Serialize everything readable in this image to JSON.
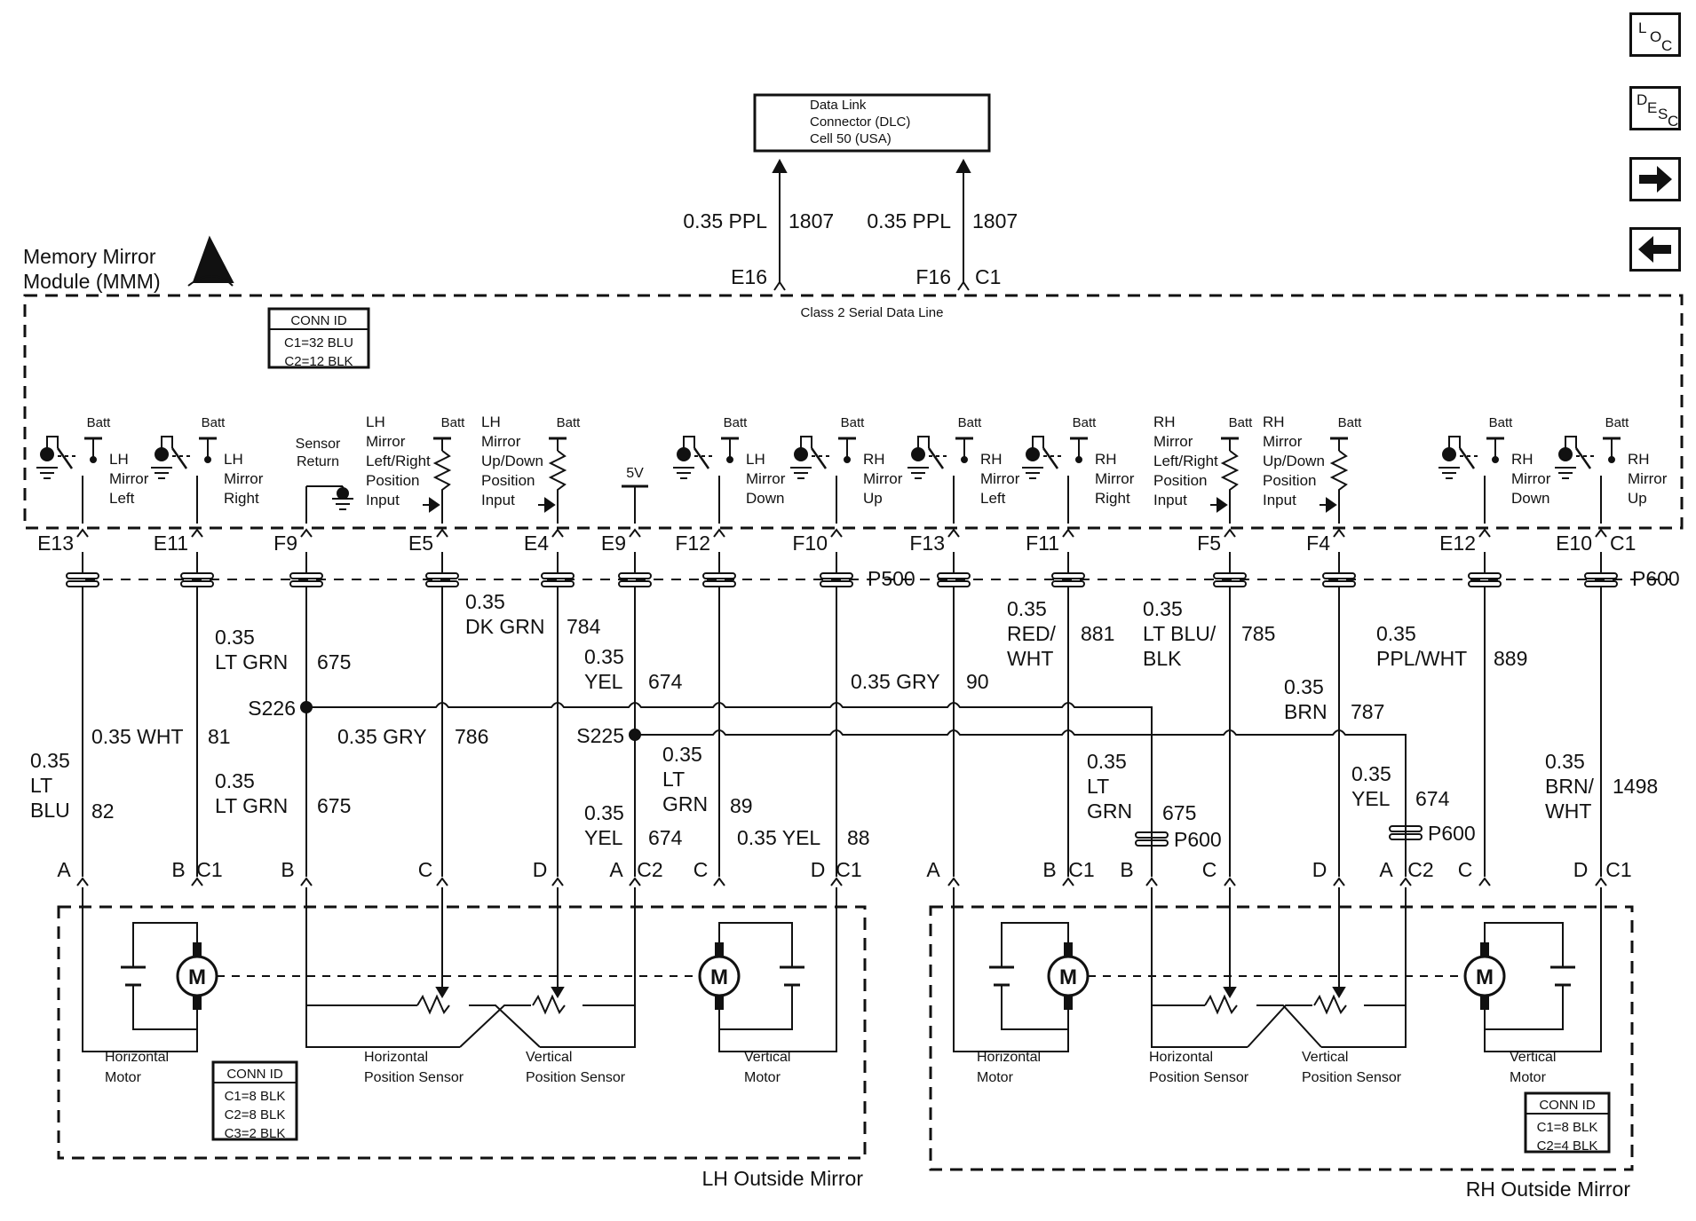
{
  "nav": {
    "loc": [
      "L",
      "O",
      "C"
    ],
    "desc": [
      "D",
      "E",
      "S",
      "C"
    ],
    "next_icon": "arrow-right-icon",
    "prev_icon": "arrow-left-icon"
  },
  "dlc": {
    "lines": [
      "Data Link",
      "Connector (DLC)",
      "Cell 50 (USA)"
    ]
  },
  "module": {
    "title_lines": [
      "Memory Mirror",
      "Module (MMM)"
    ],
    "esd_icon": "esd-warning-icon",
    "class2": "Class 2 Serial Data Line"
  },
  "conn_ids": [
    {
      "header": "CONN ID",
      "lines": [
        "C1=32 BLU",
        "C2=12 BLK"
      ]
    },
    {
      "header": "CONN ID",
      "lines": [
        "C1=8 BLK",
        "C2=8 BLK",
        "C3=2 BLK"
      ]
    },
    {
      "header": "CONN ID",
      "lines": [
        "C1=8 BLK",
        "C2=4 BLK"
      ]
    }
  ],
  "top_wires": [
    {
      "color": "0.35 PPL",
      "circuit": "1807",
      "pin": "E16"
    },
    {
      "color": "0.35 PPL",
      "circuit": "1807",
      "pin": "F16"
    }
  ],
  "top_conn": "C1",
  "batt": "Batt",
  "switches": [
    {
      "lines": [
        "LH",
        "Mirror",
        "Left"
      ]
    },
    {
      "lines": [
        "LH",
        "Mirror",
        "Right"
      ]
    },
    {
      "lines": [
        "LH",
        "Mirror",
        "Down"
      ]
    },
    {
      "lines": [
        "RH",
        "Mirror",
        "Up"
      ]
    },
    {
      "lines": [
        "RH",
        "Mirror",
        "Left"
      ]
    },
    {
      "lines": [
        "RH",
        "Mirror",
        "Right"
      ]
    },
    {
      "lines": [
        "RH",
        "Mirror",
        "Down"
      ]
    },
    {
      "lines": [
        "RH",
        "Mirror",
        "Up"
      ]
    }
  ],
  "sensor_return": [
    "Sensor",
    "Return"
  ],
  "inputs": [
    {
      "lines": [
        "LH",
        "Mirror",
        "Left/Right",
        "Position",
        "Input"
      ]
    },
    {
      "lines": [
        "LH",
        "Mirror",
        "Up/Down",
        "Position",
        "Input"
      ]
    },
    {
      "lines": [
        "RH",
        "Mirror",
        "Left/Right",
        "Position",
        "Input"
      ]
    },
    {
      "lines": [
        "RH",
        "Mirror",
        "Up/Down",
        "Position",
        "Input"
      ]
    }
  ],
  "five_v": "5V",
  "pins": [
    "E13",
    "E11",
    "F9",
    "E5",
    "E4",
    "E9",
    "F12",
    "F10",
    "F13",
    "F11",
    "F5",
    "F4",
    "E12",
    "E10"
  ],
  "pin_conn": "C1",
  "p500": "P500",
  "p600": "P600",
  "wires": {
    "w82": {
      "lines": [
        "0.35",
        "LT",
        "BLU"
      ],
      "circuit": "82"
    },
    "w81": {
      "lines": [
        "0.35 WHT"
      ],
      "circuit": "81"
    },
    "w675a": {
      "lines": [
        "0.35",
        "LT GRN"
      ],
      "circuit": "675"
    },
    "w675b": {
      "lines": [
        "0.35",
        "LT GRN"
      ],
      "circuit": "675"
    },
    "w786": {
      "lines": [
        "0.35 GRY"
      ],
      "circuit": "786"
    },
    "w784": {
      "lines": [
        "0.35",
        "DK GRN"
      ],
      "circuit": "784"
    },
    "w674a": {
      "lines": [
        "0.35",
        "YEL"
      ],
      "circuit": "674"
    },
    "w674b": {
      "lines": [
        "0.35",
        "YEL"
      ],
      "circuit": "674"
    },
    "w89": {
      "lines": [
        "0.35",
        "LT",
        "GRN"
      ],
      "circuit": "89"
    },
    "w88": {
      "lines": [
        "0.35 YEL"
      ],
      "circuit": "88"
    },
    "w90": {
      "lines": [
        "0.35 GRY"
      ],
      "circuit": "90"
    },
    "w881": {
      "lines": [
        "0.35",
        "RED/",
        "WHT"
      ],
      "circuit": "881"
    },
    "w785": {
      "lines": [
        "0.35",
        "LT BLU/",
        "BLK"
      ],
      "circuit": "785"
    },
    "w787": {
      "lines": [
        "0.35",
        "BRN"
      ],
      "circuit": "787"
    },
    "w889": {
      "lines": [
        "0.35",
        "PPL/WHT"
      ],
      "circuit": "889"
    },
    "w675c": {
      "lines": [
        "0.35",
        "LT",
        "GRN"
      ],
      "circuit": "675"
    },
    "w674c": {
      "lines": [
        "0.35",
        "YEL"
      ],
      "circuit": "674"
    },
    "w1498": {
      "lines": [
        "0.35",
        "BRN/",
        "WHT"
      ],
      "circuit": "1498"
    }
  },
  "splices": [
    "S226",
    "S225"
  ],
  "lh_pins": [
    "A",
    "B",
    "C1",
    "B",
    "C",
    "D",
    "A",
    "C2",
    "C",
    "D",
    "C1"
  ],
  "rh_pins": [
    "A",
    "B",
    "C1",
    "B",
    "C",
    "D",
    "A",
    "C2",
    "C",
    "D",
    "C1"
  ],
  "motor_letter": "M",
  "lh_labels": {
    "hmotor": [
      "Horizontal",
      "Motor"
    ],
    "hsensor": [
      "Horizontal",
      "Position Sensor"
    ],
    "vsensor": [
      "Vertical",
      "Position Sensor"
    ],
    "vmotor": [
      "Vertical",
      "Motor"
    ]
  },
  "rh_labels": {
    "hmotor": [
      "Horizontal",
      "Motor"
    ],
    "hsensor": [
      "Horizontal",
      "Position Sensor"
    ],
    "vsensor": [
      "Vertical",
      "Position Sensor"
    ],
    "vmotor": [
      "Vertical",
      "Motor"
    ]
  },
  "lh_title": "LH Outside Mirror",
  "rh_title": "RH Outside Mirror"
}
